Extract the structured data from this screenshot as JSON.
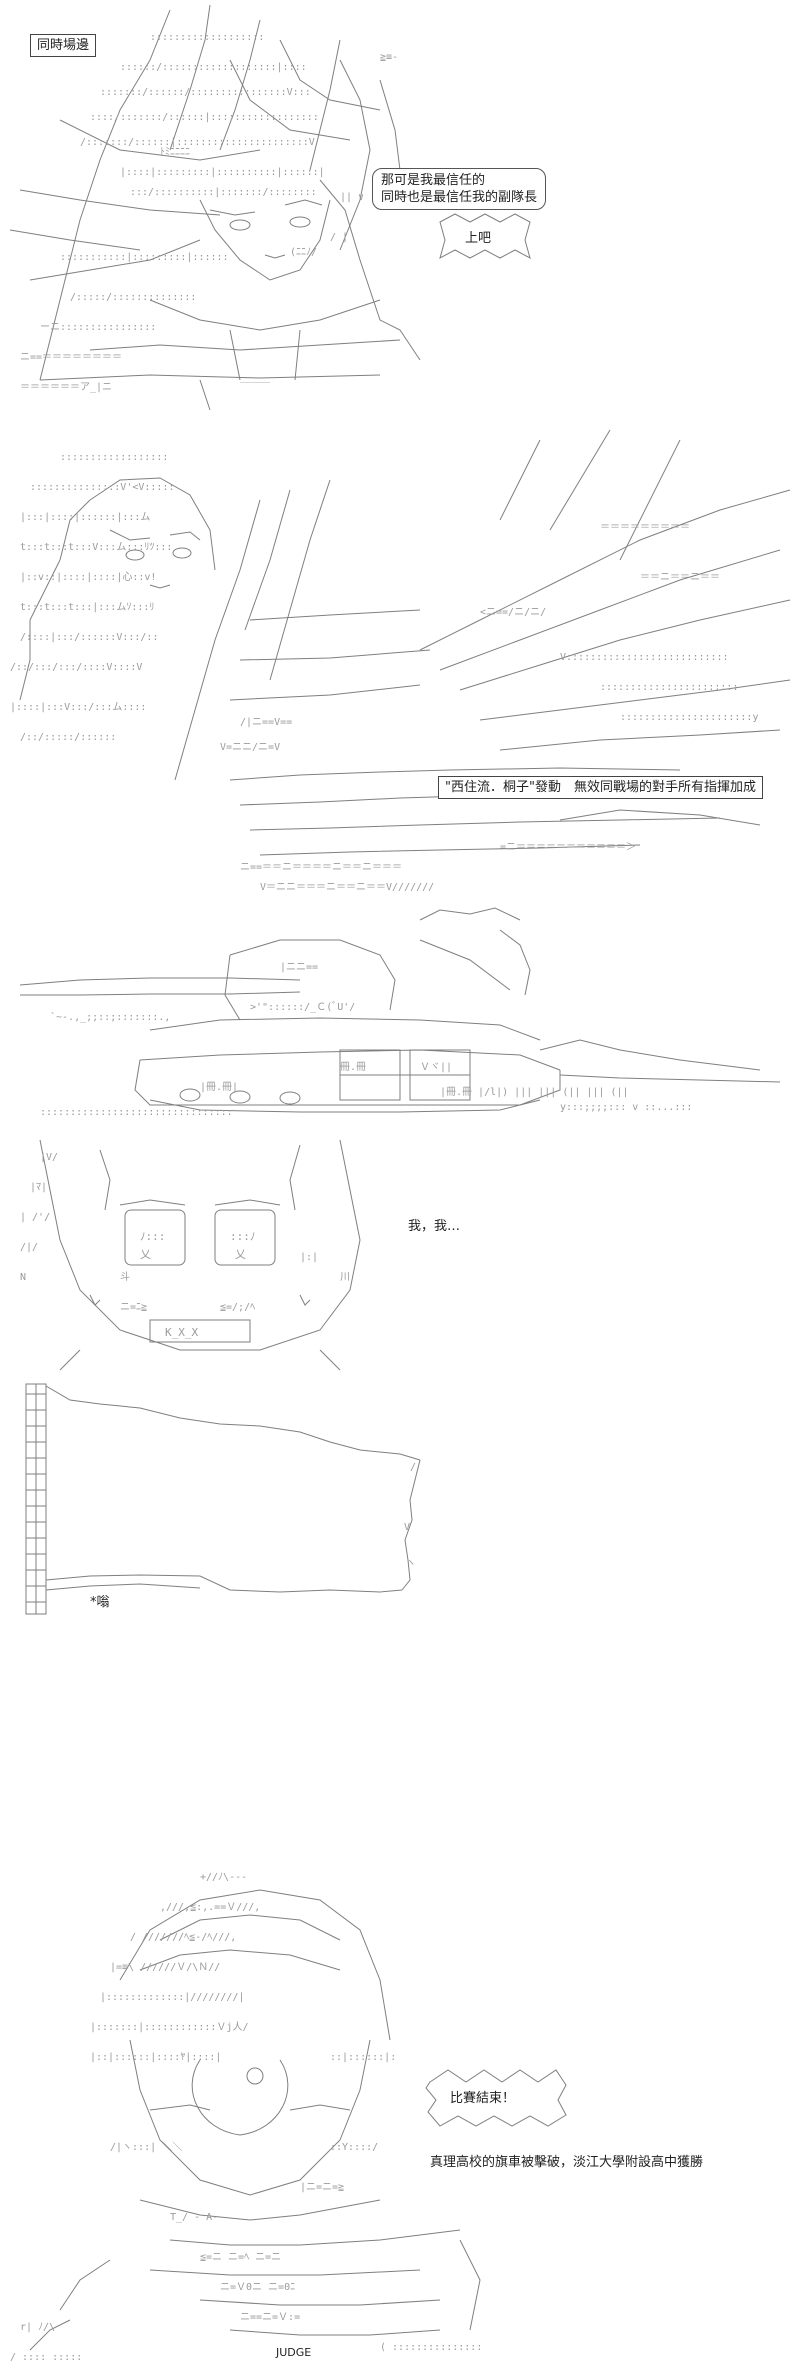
{
  "panel1": {
    "caption": "同時場邊",
    "speech_line1": "那可是我最信任的",
    "speech_line2": "同時也是最信任我的副隊長",
    "shout": "上吧"
  },
  "panel2": {
    "caption": "\"西住流．桐子\"發動　無效同戰場的對手所有指揮加成"
  },
  "panel4": {
    "speech": "我，我…"
  },
  "panel5": {
    "sfx": "*嗡"
  },
  "panel6": {
    "shout": "比賽結束！",
    "result": "真理高校的旗車被擊破，淡江大學附設高中獲勝",
    "judge": "JUDGE"
  }
}
